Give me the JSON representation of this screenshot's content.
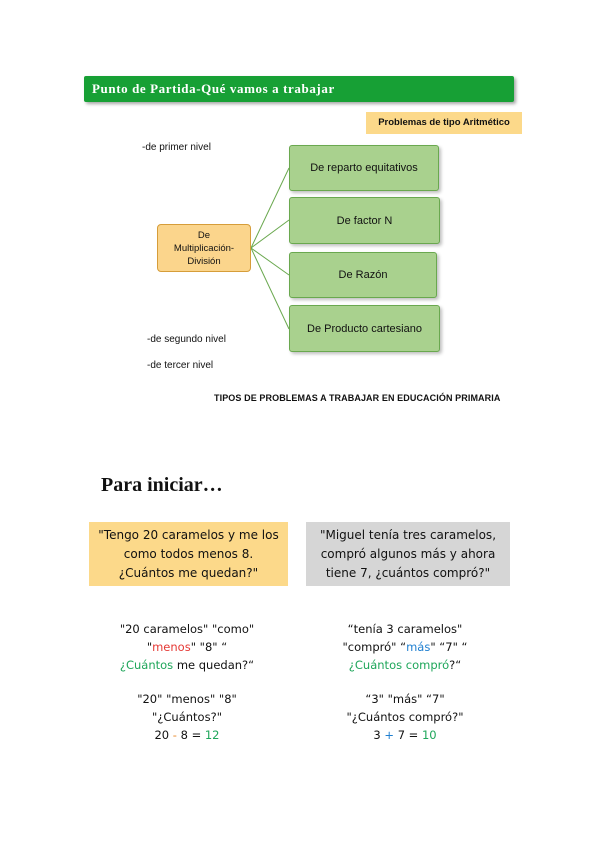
{
  "header": {
    "title": "Punto de Partida-Qué vamos a trabajar",
    "tag": "Problemas de tipo Aritmético"
  },
  "levels": {
    "first": "-de primer nivel",
    "second": "-de segundo nivel",
    "third": "-de tercer nivel"
  },
  "diagram": {
    "root": [
      "De",
      "Multiplicación-",
      "División"
    ],
    "branches": [
      "De reparto equitativos",
      "De factor N",
      "De Razón",
      "De  Producto cartesiano"
    ]
  },
  "caption": "TIPOS DE PROBLEMAS A TRABAJAR EN EDUCACIÓN PRIMARIA",
  "section_title": "Para iniciar…",
  "problem_left": [
    "\"Tengo 20 caramelos y me los",
    "como todos menos 8.",
    "¿Cuántos me quedan?\""
  ],
  "problem_right": [
    "\"Miguel tenía tres caramelos,",
    "compró algunos más y ahora",
    "tiene 7, ¿cuántos compró?\""
  ],
  "analysis_left": {
    "line1": "\"20 caramelos\" \"como\"",
    "line2": {
      "q1": "\"",
      "menos": "menos",
      "rest": "\" \"8\" “"
    },
    "line3": {
      "q": "¿",
      "cuantos": "Cuántos",
      "rest": " me quedan?“"
    },
    "line4": "\"20\" \"menos\" \"8\"",
    "line5": "\"¿Cuántos?\"",
    "equation": {
      "a": "20",
      "op": " - ",
      "b": "8 =",
      "result": "12"
    }
  },
  "analysis_right": {
    "line1": "“tenía 3 caramelos\"",
    "line2": {
      "pre": "\"compró\" “",
      "mas": "más",
      "rest": "\" “7\" “"
    },
    "line3": {
      "q": "¿",
      "cuantos": "Cuántos compró",
      "rest": "?“"
    },
    "line4": "“3\" \"más\" “7\"",
    "line5": "\"¿Cuántos compró?\"",
    "equation": {
      "a": "3",
      "op": " + ",
      "b": "7 =",
      "result": "10"
    }
  },
  "colors": {
    "header_green": "#17a035",
    "tag_yellow": "#fcd98a",
    "branch_green": "#a9d18e",
    "highlight_red": "#e53935",
    "highlight_green": "#1ea65a",
    "highlight_blue": "#1f7fd0"
  }
}
